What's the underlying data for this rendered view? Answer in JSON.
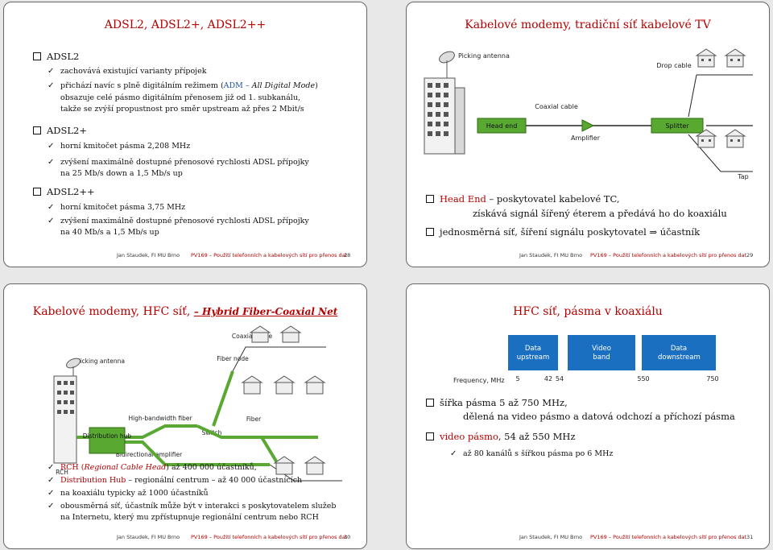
{
  "footer": {
    "author": "Jan Staudek, FI MU Brno",
    "course": "PV169 – Použití telefonních a kabelových sítí pro přenos dat"
  },
  "slide1": {
    "title": "ADSL2, ADSL2+, ADSL2++",
    "page": "28",
    "adsl2": {
      "heading": "ADSL2",
      "b1": "zachovává existující varianty přípojek",
      "b2_a": "přichází navíc s plně digitálním režimem (",
      "b2_adm": "ADM – ",
      "b2_mode": "All Digital Mode",
      "b2_b": ")",
      "b2_c": "obsazuje celé pásmo digitálním přenosem již od 1. subkanálu,",
      "b2_d": "takže se zvýší propustnost pro směr upstream až přes 2 Mbit/s"
    },
    "adsl2p": {
      "heading": "ADSL2+",
      "b1": "horní kmitočet pásma 2,208 MHz",
      "b2_a": "zvýšení maximálně dostupné přenosové rychlosti ADSL přípojky",
      "b2_b": "na 25 Mb/s down a 1,5 Mb/s up"
    },
    "adsl2pp": {
      "heading": "ADSL2++",
      "b1": "horní kmitočet pásma 3,75 MHz",
      "b2_a": "zvýšení maximálně dostupné přenosové rychlosti ADSL přípojky",
      "b2_b": "na 40 Mb/s a 1,5 Mb/s up"
    }
  },
  "slide2": {
    "title": "Kabelové modemy, tradiční síť kabelové TV",
    "page": "29",
    "diagram": {
      "picking_antenna": "Picking antenna",
      "drop_cable": "Drop cable",
      "coaxial_cable": "Coaxial cable",
      "head_end": "Head end",
      "splitter": "Splitter",
      "amplifier": "Amplifier",
      "tap": "Tap"
    },
    "b1_a": "Head End",
    "b1_b": " – poskytovatel kabelové TC,",
    "b1_c": "získává signál šířený éterem a předává ho do koaxiálu",
    "b2_a": "jednosměrná síť, šíření signálu poskytovatel ",
    "b2_arrow": "⇒",
    "b2_b": " účastník"
  },
  "slide3": {
    "title_a": "Kabelové modemy, HFC síť, ",
    "title_b": "– Hybrid Fiber-Coaxial Net",
    "page": "30",
    "diagram": {
      "coaxial_cable": "Coaxial cable",
      "picking_antenna": "Picking antenna",
      "fiber_node": "Fiber node",
      "high_bandwidth_fiber": "High-bandwidth fiber",
      "switch": "Switch",
      "fiber": "Fiber",
      "distribution_hub": "Distribution hub",
      "bidirectional_amplifier": "Bidirectional amplifier",
      "rch": "RCH"
    },
    "b1_a": "RCH (",
    "b1_b": "Regional Cable Head",
    "b1_c": ") až 400 000 účastníků,",
    "b2_a": "Distribution Hub",
    "b2_b": " – regionální centrum – až 40 000 účastnících",
    "b3": "na koaxiálu typicky až 1000 účastníků",
    "b4_a": "obousměrná síť, účastník může být v interakci s poskytovatelem služeb",
    "b4_b": "na Internetu, který mu zpřístupnuje regionální centrum nebo RCH"
  },
  "slide4": {
    "title": "HFC síť, pásma v koaxiálu",
    "page": "31",
    "bands": {
      "upstream": "Data upstream",
      "video": "Video band",
      "downstream": "Data downstream",
      "freq_label": "Frequency, MHz",
      "ticks": [
        "5",
        "42",
        "54",
        "550",
        "750"
      ]
    },
    "b1_a": "šířka pásma 5 až 750 MHz,",
    "b1_b": "dělená na video pásmo a datová odchozí a příchozí pásma",
    "b2_a": "video pásmo",
    "b2_b": ", 54 až 550 MHz",
    "b3": "až 80 kanálů s šířkou pásma po 6 MHz"
  },
  "colors": {
    "accent_red": "#b40000",
    "band_blue": "#1b6fc1",
    "cable_green": "#58a832"
  }
}
